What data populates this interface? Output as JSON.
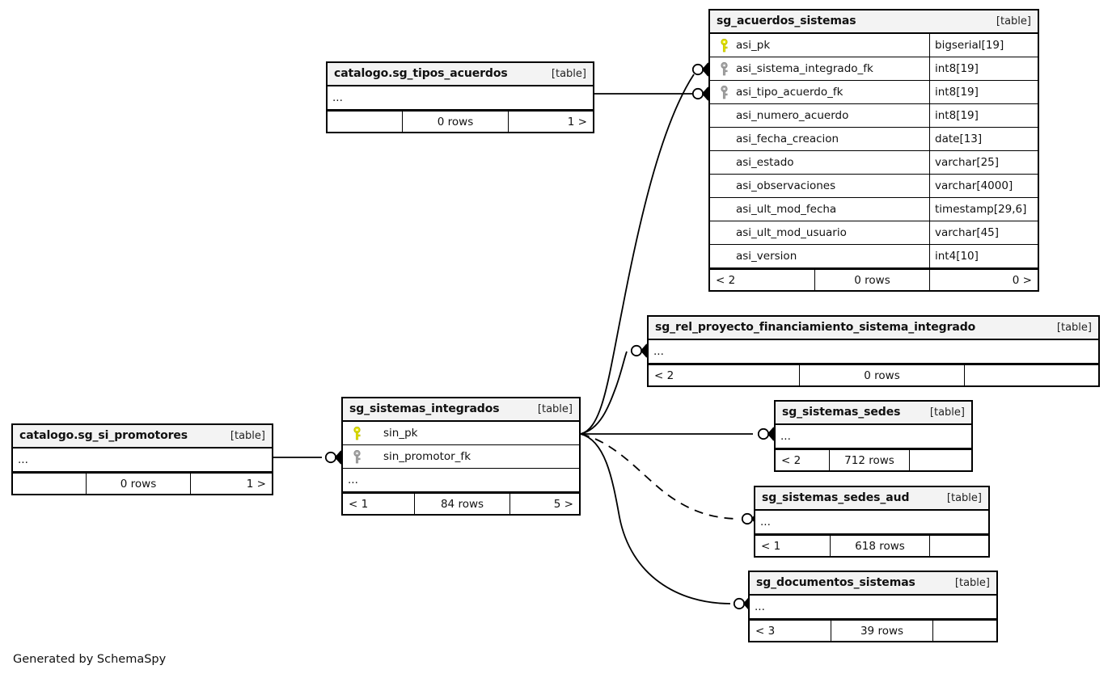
{
  "diagram": {
    "kind": "database-schema-erd",
    "credit": "Generated by SchemaSpy",
    "table_tag": "[table]",
    "ellipsis": "...",
    "colors": {
      "primary_key": "#e8e800",
      "foreign_key": "#a8a8a8",
      "border": "#000000",
      "header_bg": "#f3f3f3",
      "background": "#ffffff"
    }
  },
  "tables": [
    {
      "id": "sg_acuerdos_sistemas",
      "name": "sg_acuerdos_sistemas",
      "tag": "[table]",
      "columns": [
        {
          "key": "pk",
          "name": "asi_pk",
          "type": "bigserial[19]"
        },
        {
          "key": "fk",
          "name": "asi_sistema_integrado_fk",
          "type": "int8[19]"
        },
        {
          "key": "fk",
          "name": "asi_tipo_acuerdo_fk",
          "type": "int8[19]"
        },
        {
          "key": "",
          "name": "asi_numero_acuerdo",
          "type": "int8[19]"
        },
        {
          "key": "",
          "name": "asi_fecha_creacion",
          "type": "date[13]"
        },
        {
          "key": "",
          "name": "asi_estado",
          "type": "varchar[25]"
        },
        {
          "key": "",
          "name": "asi_observaciones",
          "type": "varchar[4000]"
        },
        {
          "key": "",
          "name": "asi_ult_mod_fecha",
          "type": "timestamp[29,6]"
        },
        {
          "key": "",
          "name": "asi_ult_mod_usuario",
          "type": "varchar[45]"
        },
        {
          "key": "",
          "name": "asi_version",
          "type": "int4[10]"
        }
      ],
      "footer": {
        "left": "< 2",
        "mid": "0 rows",
        "right": "0 >"
      }
    },
    {
      "id": "catalogo_sg_tipos_acuerdos",
      "name": "catalogo.sg_tipos_acuerdos",
      "tag": "[table]",
      "columns": [],
      "footer": {
        "left": "",
        "mid": "0 rows",
        "right": "1 >"
      }
    },
    {
      "id": "sg_rel_proyecto_financiamiento_sistema_integrado",
      "name": "sg_rel_proyecto_financiamiento_sistema_integrado",
      "tag": "[table]",
      "columns": [],
      "footer": {
        "left": "< 2",
        "mid": "0 rows",
        "right": ""
      }
    },
    {
      "id": "sg_sistemas_integrados",
      "name": "sg_sistemas_integrados",
      "tag": "[table]",
      "columns": [
        {
          "key": "pk",
          "name": "sin_pk",
          "type": ""
        },
        {
          "key": "fk",
          "name": "sin_promotor_fk",
          "type": ""
        }
      ],
      "footer": {
        "left": "< 1",
        "mid": "84 rows",
        "right": "5 >"
      }
    },
    {
      "id": "catalogo_sg_si_promotores",
      "name": "catalogo.sg_si_promotores",
      "tag": "[table]",
      "columns": [],
      "footer": {
        "left": "",
        "mid": "0 rows",
        "right": "1 >"
      }
    },
    {
      "id": "sg_sistemas_sedes",
      "name": "sg_sistemas_sedes",
      "tag": "[table]",
      "columns": [],
      "footer": {
        "left": "< 2",
        "mid": "712 rows",
        "right": ""
      }
    },
    {
      "id": "sg_sistemas_sedes_aud",
      "name": "sg_sistemas_sedes_aud",
      "tag": "[table]",
      "columns": [],
      "footer": {
        "left": "< 1",
        "mid": "618 rows",
        "right": ""
      }
    },
    {
      "id": "sg_documentos_sistemas",
      "name": "sg_documentos_sistemas",
      "tag": "[table]",
      "columns": [],
      "footer": {
        "left": "< 3",
        "mid": "39 rows",
        "right": ""
      }
    }
  ],
  "relationships": [
    {
      "from": "sg_sistemas_integrados",
      "to": "sg_acuerdos_sistemas",
      "style": "solid"
    },
    {
      "from": "catalogo_sg_tipos_acuerdos",
      "to": "sg_acuerdos_sistemas",
      "style": "solid"
    },
    {
      "from": "sg_sistemas_integrados",
      "to": "sg_rel_proyecto_financiamiento_sistema_integrado",
      "style": "solid"
    },
    {
      "from": "sg_sistemas_integrados",
      "to": "sg_sistemas_sedes",
      "style": "solid"
    },
    {
      "from": "sg_sistemas_integrados",
      "to": "sg_sistemas_sedes_aud",
      "style": "dashed"
    },
    {
      "from": "sg_sistemas_integrados",
      "to": "sg_documentos_sistemas",
      "style": "solid"
    },
    {
      "from": "catalogo_sg_si_promotores",
      "to": "sg_sistemas_integrados",
      "style": "solid"
    }
  ]
}
